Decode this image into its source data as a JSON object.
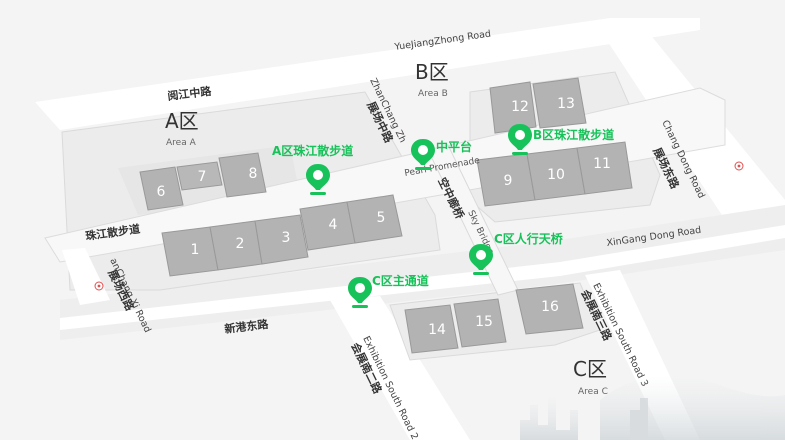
{
  "areas": {
    "a": {
      "name": "A区",
      "sub": "Area A"
    },
    "b": {
      "name": "B区",
      "sub": "Area B"
    },
    "c": {
      "name": "C区",
      "sub": "Area C"
    }
  },
  "roads": {
    "yuejiang_en": "YueJiangZhong Road",
    "yuejiang_cn": "阅江中路",
    "zhanchang_zhong_cn": "展场中路",
    "zhanchang_zhong_en": "ZhanChang Zh",
    "zhanchang_dong_en": "Chang Dong Road",
    "zhanchang_dong_cn": "展场东路",
    "zhanchang_xi_en": "anChang Xi Road",
    "zhanchang_xi_cn": "展场西路",
    "xingang_dong_en": "XinGang Dong Road",
    "xingang_dong_cn": "新港东路",
    "exhibition_s2_en": "Exhibition South Road 2",
    "exhibition_s2_cn": "会展南二路",
    "exhibition_s3_en": "Exhibition South Road 3",
    "exhibition_s3_cn": "会展南三路",
    "zhujiang_walk_cn": "珠江散步道",
    "promenade_en": "Pearl Promenade",
    "skybridge_cn": "空中廊桥",
    "skybridge_en": "Sky Bridge"
  },
  "halls": {
    "h1": "1",
    "h2": "2",
    "h3": "3",
    "h4": "4",
    "h5": "5",
    "h6": "6",
    "h7": "7",
    "h8": "8",
    "h9": "9",
    "h10": "10",
    "h11": "11",
    "h12": "12",
    "h13": "13",
    "h14": "14",
    "h15": "15",
    "h16": "16"
  },
  "pois": {
    "a_walk": "A区珠江散步道",
    "middle_platform": "中平台",
    "b_walk": "B区珠江散步道",
    "c_bridge": "C区人行天桥",
    "c_main": "C区主通道"
  },
  "colors": {
    "poi_green": "#18c25a",
    "hall_gray": "#b3b3b3",
    "hall_roof": "#a8a8a8",
    "road_white": "#ffffff",
    "background": "#f4f4f4"
  },
  "icons": [
    "map-pin-icon",
    "entrance-marker-icon"
  ]
}
